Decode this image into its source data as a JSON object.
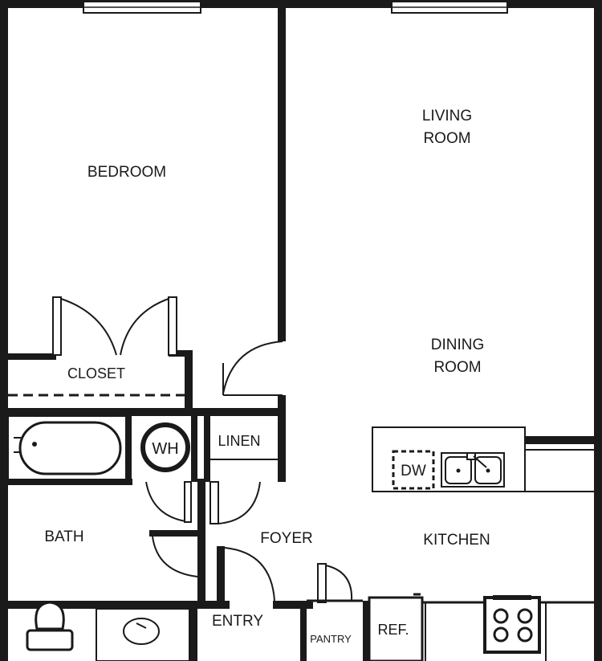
{
  "plan": {
    "rooms": {
      "bedroom": "BEDROOM",
      "living_line1": "LIVING",
      "living_line2": "ROOM",
      "dining_line1": "DINING",
      "dining_line2": "ROOM",
      "closet": "CLOSET",
      "linen": "LINEN",
      "bath": "BATH",
      "foyer": "FOYER",
      "kitchen": "KITCHEN",
      "entry": "ENTRY",
      "pantry": "PANTRY"
    },
    "fixtures": {
      "water_heater": "WH",
      "dishwasher": "DW",
      "refrigerator": "REF."
    },
    "colors": {
      "wall": "#1a1a1a",
      "background": "#ffffff"
    }
  }
}
